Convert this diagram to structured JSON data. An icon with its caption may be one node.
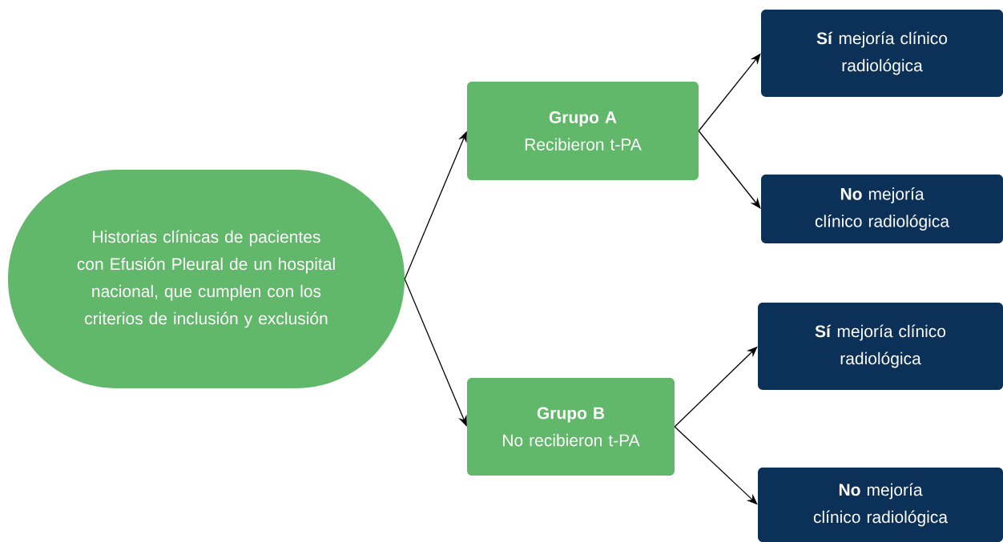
{
  "diagram": {
    "nodes": [
      {
        "text": [
          "Historias clínicas de pacientes con Efusión Pleural de un hospital nacional, que cumplen con los criterios de inclusión y exclusión"
        ]
      },
      {
        "text": [
          "Grupo A",
          "Recibieron t-PA"
        ]
      },
      {
        "text": [
          "**Sí** mejoría clínico radiológica"
        ]
      },
      {
        "text": [
          "**No** mejoría clínico radiológica"
        ]
      },
      {
        "text": [
          "Grupo B",
          "No recibieron t-PA"
        ]
      },
      {
        "text": [
          "**Sí** mejoría clínico radiológica"
        ]
      },
      {
        "text": [
          "**No** mejoría clínico radiológica"
        ]
      }
    ],
    "edges": [
      {
        "from": 0,
        "to": 1,
        "arrow": "to"
      },
      {
        "from": 0,
        "to": 4,
        "arrow": "to"
      },
      {
        "from": 1,
        "to": 2,
        "arrow": "to"
      },
      {
        "from": 1,
        "to": 3,
        "arrow": "to"
      },
      {
        "from": 4,
        "to": 5,
        "arrow": "to"
      },
      {
        "from": 4,
        "to": 6,
        "arrow": "to"
      }
    ]
  }
}
